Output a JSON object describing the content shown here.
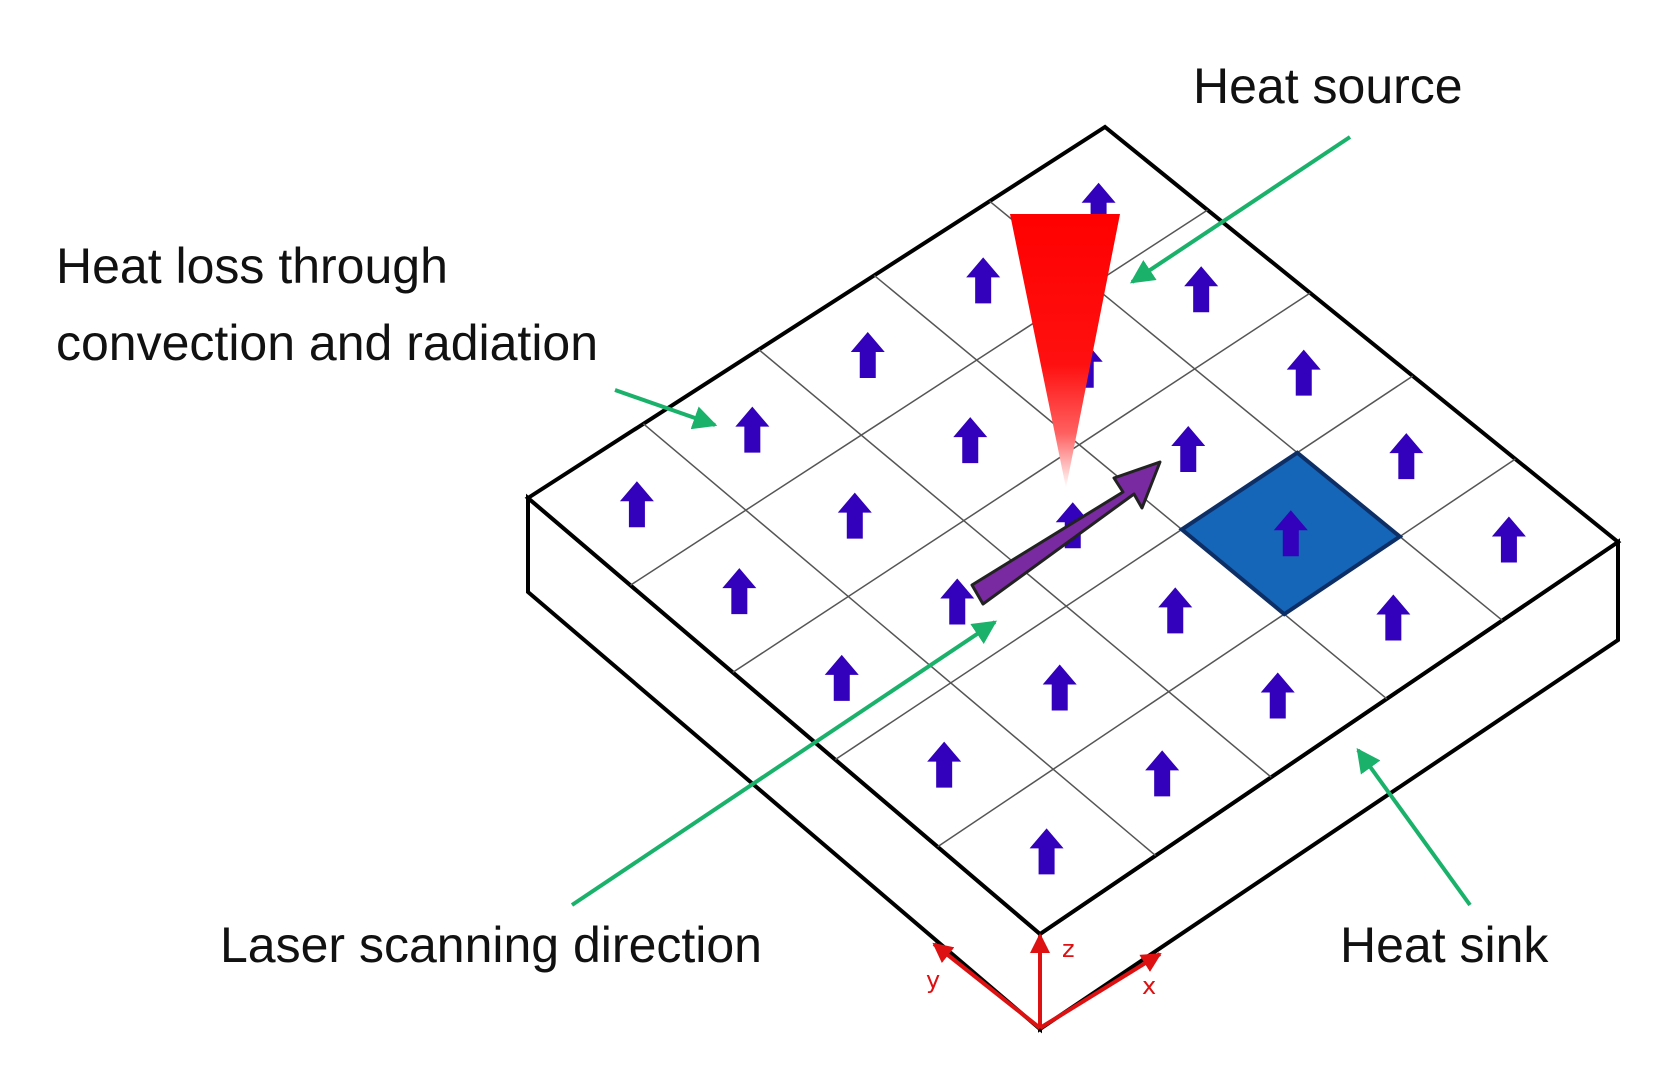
{
  "labels": {
    "heat_source": "Heat source",
    "heat_loss_line1": "Heat loss through",
    "heat_loss_line2": "convection and radiation",
    "laser_direction": "Laser scanning direction",
    "heat_sink": "Heat sink"
  },
  "axes": {
    "x": "x",
    "y": "y",
    "z": "z"
  },
  "grid": {
    "rows": 5,
    "cols": 5,
    "heat_sink_cell": {
      "row": 3,
      "col": 4
    }
  },
  "colors": {
    "outline": "#000000",
    "grid_line": "#555555",
    "flux_arrow": "#3300bb",
    "pointer": "#1ab26a",
    "heat_source": "#ff0000",
    "scan_arrow": "#7a2aa0",
    "heat_sink_fill": "#1565b8",
    "heat_sink_border": "#0d2f66",
    "axes": "#dd1111"
  },
  "icons": [
    "heat-flux-arrow-icon",
    "laser-cone-icon",
    "scan-direction-arrow-icon"
  ]
}
